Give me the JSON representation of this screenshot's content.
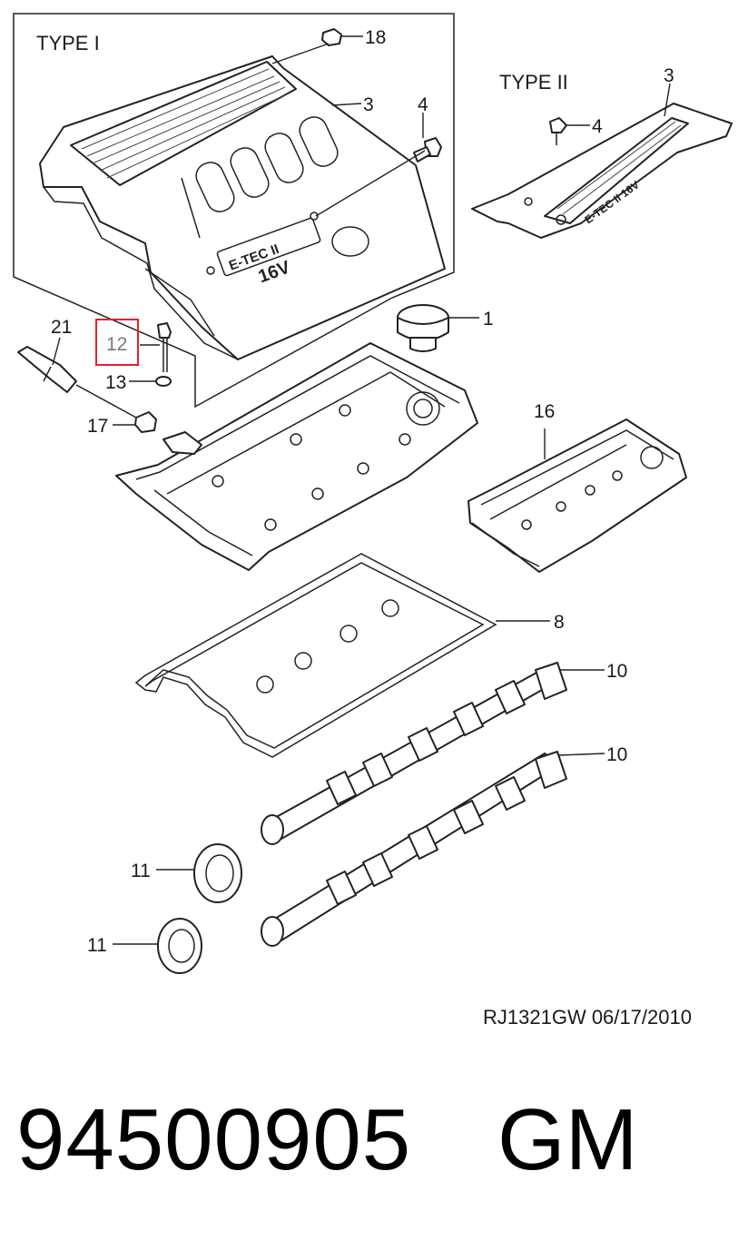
{
  "type_labels": {
    "type1": "TYPE I",
    "type2": "TYPE II"
  },
  "emboss": {
    "ecotec": "E-TEC II",
    "valves": "16V"
  },
  "callouts": [
    {
      "id": "18",
      "text": "18"
    },
    {
      "id": "3a",
      "text": "3"
    },
    {
      "id": "4a",
      "text": "4"
    },
    {
      "id": "3b",
      "text": "3"
    },
    {
      "id": "4b",
      "text": "4"
    },
    {
      "id": "1",
      "text": "1"
    },
    {
      "id": "21",
      "text": "21"
    },
    {
      "id": "12",
      "text": "12",
      "highlighted": true
    },
    {
      "id": "13",
      "text": "13"
    },
    {
      "id": "17",
      "text": "17"
    },
    {
      "id": "16",
      "text": "16"
    },
    {
      "id": "8",
      "text": "8"
    },
    {
      "id": "10a",
      "text": "10"
    },
    {
      "id": "10b",
      "text": "10"
    },
    {
      "id": "11a",
      "text": "11"
    },
    {
      "id": "11b",
      "text": "11"
    }
  ],
  "diagram_ref": "RJ1321GW  06/17/2010",
  "part_number": "94500905",
  "brand": "GM",
  "colors": {
    "highlight": "#e8202a",
    "highlight_text": "#777777",
    "line": "#222222"
  }
}
